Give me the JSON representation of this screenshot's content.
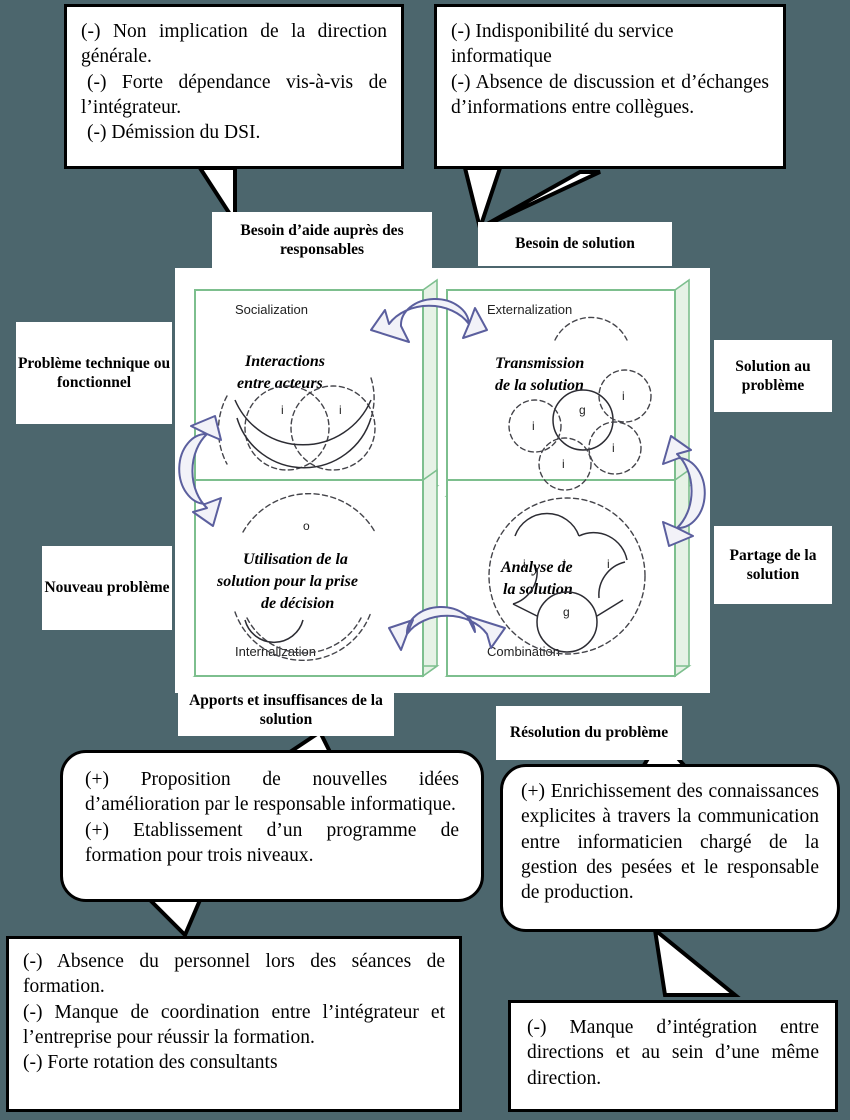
{
  "background_color": "#4c666d",
  "callouts": {
    "top_left": {
      "lines": [
        "(-) Non implication de la direction générale.",
        "(-) Forte dépendance vis-à-vis de l’intégrateur.",
        "(-) Démission du DSI."
      ]
    },
    "top_right": {
      "lines": [
        "(-) Indisponibilité du service informatique",
        "(-) Absence de discussion et d’échanges d’informations entre collègues."
      ]
    },
    "bottom_left_plus": {
      "lines": [
        "(+) Proposition de nouvelles idées d’amélioration par le responsable informatique.",
        "(+) Etablissement d’un programme de formation pour trois niveaux."
      ]
    },
    "bottom_right_plus": {
      "lines": [
        "(+) Enrichissement des connaissances explicites à travers la communication entre informaticien chargé de la gestion des pesées et le responsable de production."
      ]
    },
    "bottom_left_minus": {
      "lines": [
        "(-) Absence du personnel lors des séances de formation.",
        "(-) Manque de coordination entre l’intégrateur et l’entreprise pour réussir la formation.",
        "(-) Forte rotation des consultants"
      ]
    },
    "bottom_right_minus": {
      "lines": [
        "(-) Manque d’intégration entre directions et au sein d’une même direction."
      ]
    }
  },
  "labels": {
    "besoin_aide": "Besoin d’aide auprès des responsables",
    "besoin_solution": "Besoin de solution",
    "probleme_technique": "Problème technique ou fonctionnel",
    "solution_probleme": "Solution au problème",
    "nouveau_probleme": "Nouveau problème",
    "partage_solution": "Partage de la solution",
    "apports": "Apports et insuffisances de la solution",
    "resolution": "Résolution du problème"
  },
  "seci": {
    "frame_color": "#7dbf8e",
    "quadrants": [
      {
        "mode": "Socialization",
        "title_line1": "Interactions",
        "title_line2": "entre acteurs",
        "title_line3": "",
        "nodes": [
          "i",
          "i"
        ],
        "position": "top-left"
      },
      {
        "mode": "Externalization",
        "title_line1": "Transmission",
        "title_line2": "de la solution",
        "title_line3": "",
        "nodes": [
          "g",
          "i",
          "i",
          "i",
          "i"
        ],
        "position": "top-right"
      },
      {
        "mode": "Internalization",
        "title_line1": "Utilisation de la",
        "title_line2": "solution pour la prise",
        "title_line3": "de décision",
        "nodes": [
          "o"
        ],
        "position": "bottom-left"
      },
      {
        "mode": "Combination",
        "title_line1": "Analyse de",
        "title_line2": "la solution",
        "title_line3": "",
        "nodes": [
          "g",
          "i",
          "i",
          "i"
        ],
        "position": "bottom-right"
      }
    ],
    "arrow_color": "#5b5f9e"
  }
}
